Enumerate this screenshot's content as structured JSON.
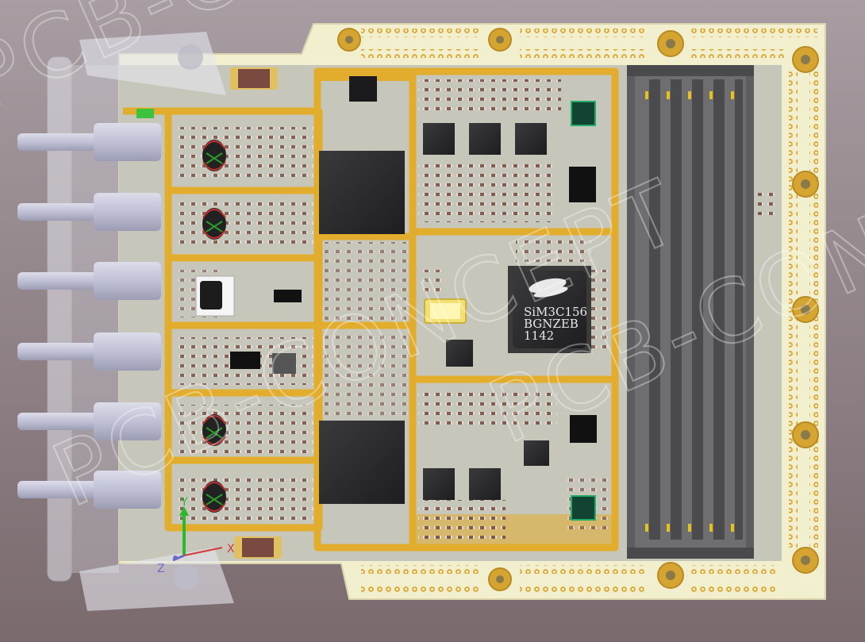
{
  "ic_marking": {
    "line1": "SiM3C156",
    "line2": "BGNZEB",
    "line3": "1142"
  },
  "axis_triad": {
    "y_label": "Y",
    "x_label": "X",
    "z_label": "Z"
  },
  "watermark": {
    "text": "PCB-CONCEPT"
  },
  "colors": {
    "background_top": "#a49aa0",
    "background_bottom": "#7c6c70",
    "board_outer": "#f3f0d2",
    "solder_mask": "#c9c8bd",
    "copper_trace": "#e6b02e",
    "ic_body": "#2d2d2f",
    "connector_body": "#6b6b6b",
    "connector_pin": "#c8c8d8",
    "axis_y": "#2db82d",
    "axis_x": "#d23a3a",
    "axis_z": "#6a6ac8"
  }
}
